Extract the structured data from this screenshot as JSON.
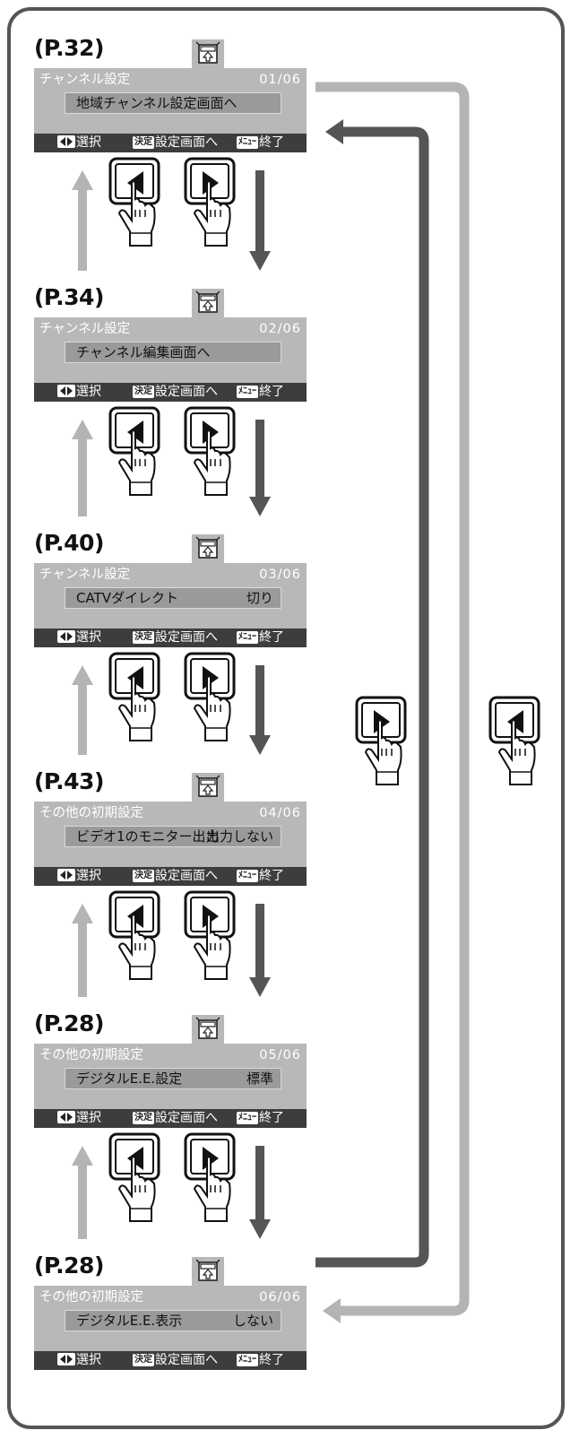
{
  "footer": {
    "select_label": "選択",
    "enter_key": "決定",
    "enter_label": "設定画面へ",
    "menu_key": "ﾒﾆｭｰ",
    "exit_label": "終了"
  },
  "icons": {
    "tv_remote": "tv-remote-icon",
    "left_key_hand": "hand-press-left-icon",
    "right_key_hand": "hand-press-right-icon",
    "arrow_up": "arrow-up-icon",
    "arrow_down": "arrow-down-icon"
  },
  "colors": {
    "screen_bg": "#b8b8b8",
    "item_bg": "#9a9a9a",
    "footer_bg": "#3d3d3d",
    "arrow_light": "#b4b4b4",
    "arrow_dark": "#555555"
  },
  "screens": [
    {
      "page_ref": "(P.32)",
      "title": "チャンネル設定",
      "page": "01/06",
      "item_label": "地域チャンネル設定画面へ",
      "item_value": ""
    },
    {
      "page_ref": "(P.34)",
      "title": "チャンネル設定",
      "page": "02/06",
      "item_label": "チャンネル編集画面へ",
      "item_value": ""
    },
    {
      "page_ref": "(P.40)",
      "title": "チャンネル設定",
      "page": "03/06",
      "item_label": "CATVダイレクト",
      "item_value": "切り"
    },
    {
      "page_ref": "(P.43)",
      "title": "その他の初期設定",
      "page": "04/06",
      "item_label": "ビデオ1のモニター出力",
      "item_value": "出力しない"
    },
    {
      "page_ref": "(P.28)",
      "title": "その他の初期設定",
      "page": "05/06",
      "item_label": "デジタルE.E.設定",
      "item_value": "標準"
    },
    {
      "page_ref": "(P.28)",
      "title": "その他の初期設定",
      "page": "06/06",
      "item_label": "デジタルE.E.表示",
      "item_value": "しない"
    }
  ]
}
